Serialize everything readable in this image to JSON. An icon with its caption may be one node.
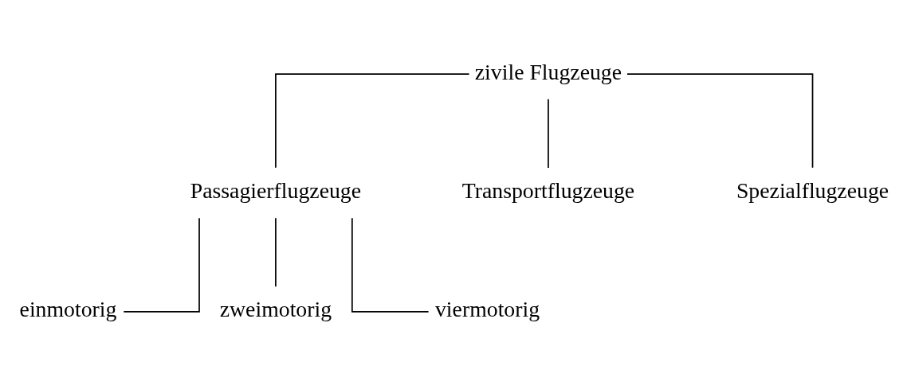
{
  "diagram": {
    "nodes": [
      {
        "text": [
          "zivile Flugzeuge"
        ]
      },
      {
        "text": [
          "Passagierflugzeuge"
        ]
      },
      {
        "text": [
          "Transportflugzeuge"
        ]
      },
      {
        "text": [
          "Spezialflugzeuge"
        ]
      },
      {
        "text": [
          "einmotorig"
        ]
      },
      {
        "text": [
          "zweimotorig"
        ]
      },
      {
        "text": [
          "viermotorig"
        ]
      }
    ],
    "edges": [
      {
        "from": 0,
        "to": 1,
        "arrow": "none"
      },
      {
        "from": 0,
        "to": 2,
        "arrow": "none"
      },
      {
        "from": 0,
        "to": 3,
        "arrow": "none"
      },
      {
        "from": 1,
        "to": 4,
        "arrow": "none"
      },
      {
        "from": 1,
        "to": 5,
        "arrow": "none"
      },
      {
        "from": 1,
        "to": 6,
        "arrow": "none"
      }
    ]
  }
}
